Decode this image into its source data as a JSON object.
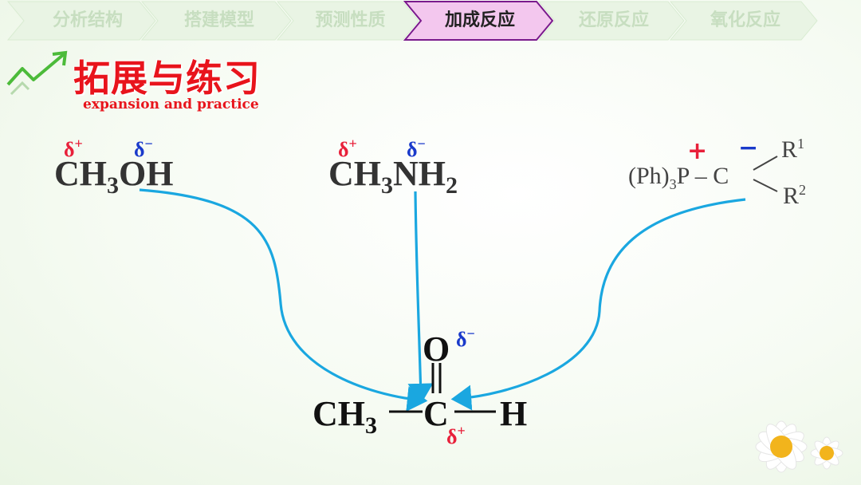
{
  "nav": {
    "tabs": [
      {
        "label": "分析结构",
        "active": false
      },
      {
        "label": "搭建模型",
        "active": false
      },
      {
        "label": "预测性质",
        "active": false
      },
      {
        "label": "加成反应",
        "active": true
      },
      {
        "label": "还原反应",
        "active": false
      },
      {
        "label": "氧化反应",
        "active": false
      }
    ]
  },
  "heading": {
    "title": "拓展与练习",
    "subtitle": "expansion and practice"
  },
  "reagents": {
    "methanol": {
      "formula_a": "CH",
      "sub": "3",
      "formula_b": "OH",
      "delta_pos": "δ",
      "delta_neg": "δ",
      "sup_pos": "+",
      "sup_neg": "−"
    },
    "methylamine": {
      "formula_a": "CH",
      "sub1": "3",
      "formula_b": "NH",
      "sub2": "2",
      "delta_pos": "δ",
      "delta_neg": "δ",
      "sup_pos": "+",
      "sup_neg": "−"
    },
    "ylide": {
      "ph": "(Ph)",
      "sub": "3",
      "p": "P",
      "dash": " – C",
      "r1": "R",
      "r1_sup": "1",
      "r2": "R",
      "r2_sup": "2",
      "plus": "+",
      "minus": "−"
    }
  },
  "aldehyde": {
    "ch": "CH",
    "ch_sub": "3",
    "c": "C",
    "h": "H",
    "o": "O",
    "delta_o": "δ",
    "delta_o_sup": "−",
    "delta_c": "δ",
    "delta_c_sup": "+"
  },
  "colors": {
    "arrow": "#1aa7e0",
    "accent": "#e8141c",
    "active_tab": "#f3c7ee",
    "tab": "#e9f4e4"
  }
}
